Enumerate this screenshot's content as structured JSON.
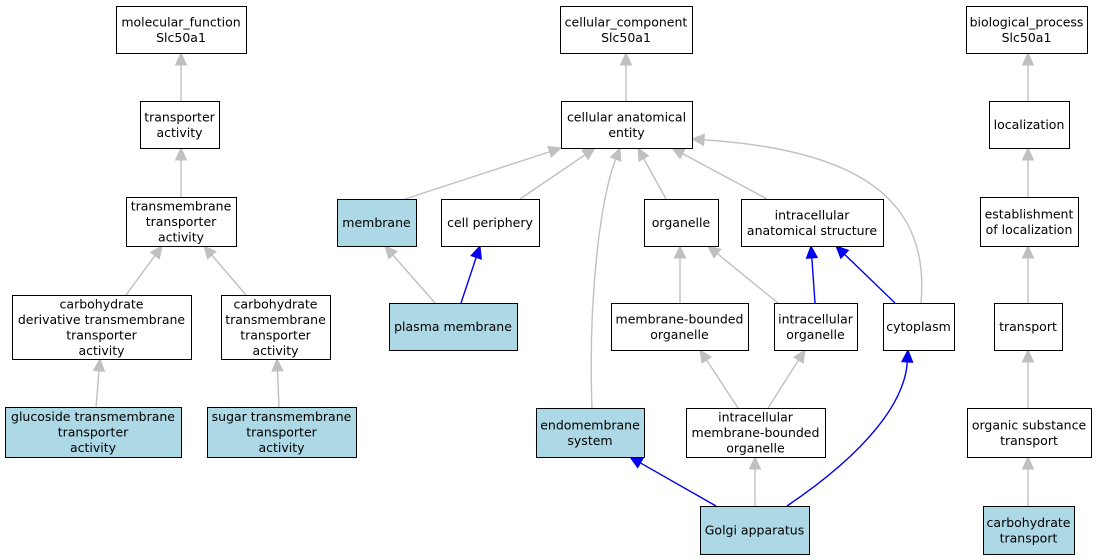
{
  "colors": {
    "node_fill": "#ffffff",
    "highlight_fill": "#add8e6",
    "gray_edge": "#c0c0c0",
    "blue_edge": "#0000ee",
    "stroke": "#000000"
  },
  "nodes": [
    {
      "id": "mf",
      "lines": [
        "molecular_function",
        "Slc50a1"
      ],
      "highlight": false
    },
    {
      "id": "ta",
      "lines": [
        "transporter",
        "activity"
      ],
      "highlight": false
    },
    {
      "id": "tta",
      "lines": [
        "transmembrane",
        "transporter",
        "activity"
      ],
      "highlight": false
    },
    {
      "id": "cdtta",
      "lines": [
        "carbohydrate",
        "derivative transmembrane",
        "transporter",
        "activity"
      ],
      "highlight": false
    },
    {
      "id": "ctta",
      "lines": [
        "carbohydrate",
        "transmembrane",
        "transporter",
        "activity"
      ],
      "highlight": false
    },
    {
      "id": "gtta",
      "lines": [
        "glucoside transmembrane",
        "transporter",
        "activity"
      ],
      "highlight": true
    },
    {
      "id": "stta",
      "lines": [
        "sugar transmembrane",
        "transporter",
        "activity"
      ],
      "highlight": true
    },
    {
      "id": "cc",
      "lines": [
        "cellular_component",
        "Slc50a1"
      ],
      "highlight": false
    },
    {
      "id": "cae",
      "lines": [
        "cellular anatomical",
        "entity"
      ],
      "highlight": false
    },
    {
      "id": "mem",
      "lines": [
        "membrane"
      ],
      "highlight": true
    },
    {
      "id": "cp",
      "lines": [
        "cell periphery"
      ],
      "highlight": false
    },
    {
      "id": "org",
      "lines": [
        "organelle"
      ],
      "highlight": false
    },
    {
      "id": "ias",
      "lines": [
        "intracellular",
        "anatomical structure"
      ],
      "highlight": false
    },
    {
      "id": "pm",
      "lines": [
        "plasma membrane"
      ],
      "highlight": true
    },
    {
      "id": "mbo",
      "lines": [
        "membrane-bounded",
        "organelle"
      ],
      "highlight": false
    },
    {
      "id": "io",
      "lines": [
        "intracellular",
        "organelle"
      ],
      "highlight": false
    },
    {
      "id": "cyto",
      "lines": [
        "cytoplasm"
      ],
      "highlight": false
    },
    {
      "id": "es",
      "lines": [
        "endomembrane",
        "system"
      ],
      "highlight": true
    },
    {
      "id": "imbo",
      "lines": [
        "intracellular",
        "membrane-bounded",
        "organelle"
      ],
      "highlight": false
    },
    {
      "id": "golgi",
      "lines": [
        "Golgi apparatus"
      ],
      "highlight": true
    },
    {
      "id": "bp",
      "lines": [
        "biological_process",
        "Slc50a1"
      ],
      "highlight": false
    },
    {
      "id": "loc",
      "lines": [
        "localization"
      ],
      "highlight": false
    },
    {
      "id": "eol",
      "lines": [
        "establishment",
        "of localization"
      ],
      "highlight": false
    },
    {
      "id": "tr",
      "lines": [
        "transport"
      ],
      "highlight": false
    },
    {
      "id": "ost",
      "lines": [
        "organic substance",
        "transport"
      ],
      "highlight": false
    },
    {
      "id": "ct",
      "lines": [
        "carbohydrate",
        "transport"
      ],
      "highlight": true
    }
  ],
  "edges": [
    {
      "from": "ta",
      "to": "mf",
      "color": "gray"
    },
    {
      "from": "tta",
      "to": "ta",
      "color": "gray"
    },
    {
      "from": "cdtta",
      "to": "tta",
      "color": "gray"
    },
    {
      "from": "ctta",
      "to": "tta",
      "color": "gray"
    },
    {
      "from": "gtta",
      "to": "cdtta",
      "color": "gray"
    },
    {
      "from": "stta",
      "to": "ctta",
      "color": "gray"
    },
    {
      "from": "cae",
      "to": "cc",
      "color": "gray"
    },
    {
      "from": "mem",
      "to": "cae",
      "color": "gray"
    },
    {
      "from": "cp",
      "to": "cae",
      "color": "gray"
    },
    {
      "from": "org",
      "to": "cae",
      "color": "gray"
    },
    {
      "from": "ias",
      "to": "cae",
      "color": "gray"
    },
    {
      "from": "cyto",
      "to": "cae",
      "color": "gray"
    },
    {
      "from": "es",
      "to": "cae",
      "color": "gray"
    },
    {
      "from": "pm",
      "to": "mem",
      "color": "gray"
    },
    {
      "from": "pm",
      "to": "cp",
      "color": "blue"
    },
    {
      "from": "mbo",
      "to": "org",
      "color": "gray"
    },
    {
      "from": "io",
      "to": "org",
      "color": "gray"
    },
    {
      "from": "io",
      "to": "ias",
      "color": "blue"
    },
    {
      "from": "cyto",
      "to": "ias",
      "color": "blue"
    },
    {
      "from": "imbo",
      "to": "mbo",
      "color": "gray"
    },
    {
      "from": "imbo",
      "to": "io",
      "color": "gray"
    },
    {
      "from": "golgi",
      "to": "es",
      "color": "blue"
    },
    {
      "from": "golgi",
      "to": "imbo",
      "color": "gray"
    },
    {
      "from": "golgi",
      "to": "cyto",
      "color": "blue"
    },
    {
      "from": "loc",
      "to": "bp",
      "color": "gray"
    },
    {
      "from": "eol",
      "to": "loc",
      "color": "gray"
    },
    {
      "from": "tr",
      "to": "eol",
      "color": "gray"
    },
    {
      "from": "ost",
      "to": "tr",
      "color": "gray"
    },
    {
      "from": "ct",
      "to": "ost",
      "color": "gray"
    }
  ]
}
